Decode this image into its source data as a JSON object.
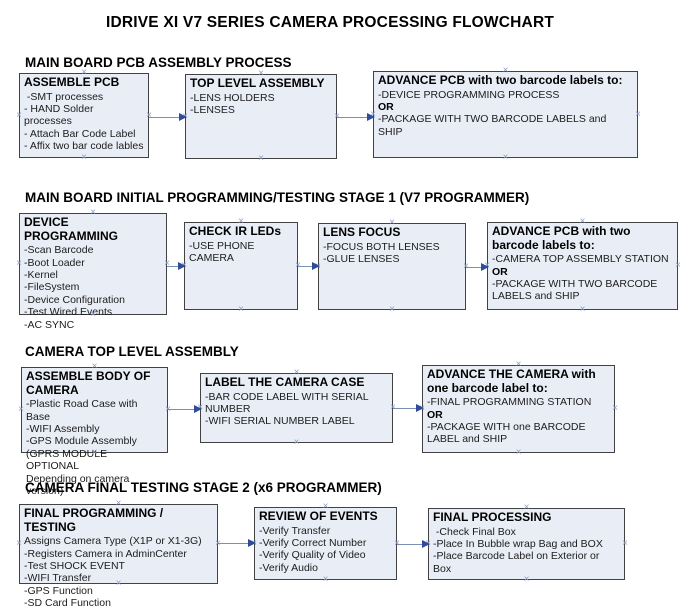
{
  "title": "IDRIVE XI V7 SERIES CAMERA PROCESSING FLOWCHART",
  "colors": {
    "box_fill": "#e9edf6",
    "box_border": "#424242",
    "arrow_line": "#7a8fb8",
    "arrow_head": "#2e4b9e",
    "connection_mark": "#8b9dc3"
  },
  "sections": [
    {
      "heading": "MAIN BOARD PCB ASSEMBLY PROCESS",
      "boxes": [
        {
          "title": "ASSEMBLE PCB",
          "items": [
            " -SMT processes",
            "- HAND Solder processes",
            "- Attach Bar Code Label",
            "- Affix two bar code lables"
          ]
        },
        {
          "title": "TOP LEVEL ASSEMBLY",
          "items": [
            "-LENS HOLDERS",
            "-LENSES"
          ]
        },
        {
          "title": "ADVANCE PCB with two barcode labels to:",
          "items": [
            "-DEVICE PROGRAMMING PROCESS",
            "OR",
            "-PACKAGE WITH TWO BARCODE LABELS and SHIP"
          ]
        }
      ]
    },
    {
      "heading": "MAIN BOARD INITIAL PROGRAMMING/TESTING STAGE 1 (V7 PROGRAMMER)",
      "boxes": [
        {
          "title": "DEVICE PROGRAMMING",
          "items": [
            "-Scan Barcode",
            "-Boot Loader",
            "-Kernel",
            "-FileSystem",
            "-Device Configuration",
            "-Test Wired Events",
            "-AC SYNC"
          ]
        },
        {
          "title": "CHECK IR LEDs",
          "items": [
            "-USE PHONE CAMERA"
          ]
        },
        {
          "title": "LENS FOCUS",
          "items": [
            "-FOCUS BOTH LENSES",
            "-GLUE LENSES"
          ]
        },
        {
          "title": "ADVANCE PCB with two barcode labels to:",
          "items": [
            "-CAMERA TOP ASSEMBLY STATION",
            "OR",
            "-PACKAGE WITH TWO BARCODE LABELS and SHIP"
          ]
        }
      ]
    },
    {
      "heading": "CAMERA TOP LEVEL ASSEMBLY",
      "boxes": [
        {
          "title": "ASSEMBLE BODY OF CAMERA",
          "items": [
            "-Plastic Road Case with Base",
            "-WIFI Assembly",
            "-GPS Module Assembly",
            "(GPRS MODULE OPTIONAL",
            "Depending on camera version)"
          ]
        },
        {
          "title": "LABEL THE CAMERA CASE",
          "items": [
            "-BAR CODE LABEL WITH SERIAL NUMBER",
            "-WIFI SERIAL NUMBER LABEL"
          ]
        },
        {
          "title": "ADVANCE THE CAMERA with one barcode label to:",
          "items": [
            "-FINAL PROGRAMMING STATION",
            "OR",
            "-PACKAGE WITH one BARCODE LABEL and SHIP"
          ]
        }
      ]
    },
    {
      "heading": "CAMERA FINAL TESTING STAGE 2 (x6 PROGRAMMER)",
      "boxes": [
        {
          "title": "FINAL PROGRAMMING / TESTING",
          "items": [
            "Assigns Camera Type (X1P or X1-3G)",
            "-Registers Camera in AdminCenter",
            "-Test SHOCK EVENT",
            "-WIFI Transfer",
            "-GPS Function",
            "-SD Card Function"
          ]
        },
        {
          "title": "REVIEW OF EVENTS",
          "items": [
            "-Verify Transfer",
            "-Verify Correct Number",
            "-Verify Quality of Video",
            "-Verify Audio"
          ]
        },
        {
          "title": "FINAL PROCESSING",
          "items": [
            " -Check Final Box",
            "-Place In Bubble wrap Bag and BOX",
            "-Place Barcode Label on Exterior or Box"
          ]
        }
      ]
    }
  ]
}
